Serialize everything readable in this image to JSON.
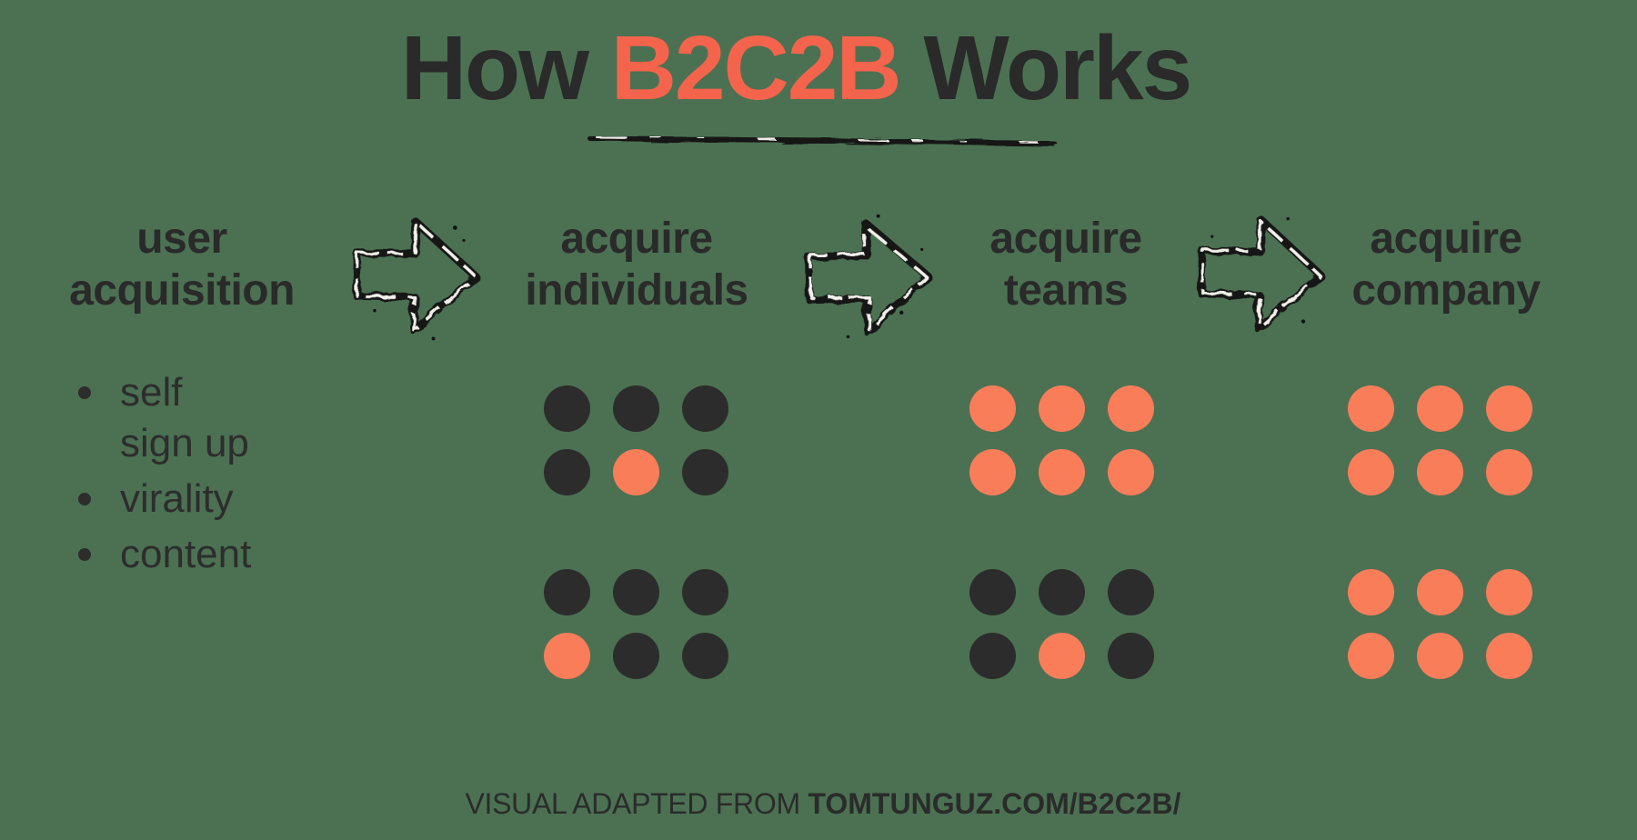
{
  "page": {
    "bg_color": "#4B7152",
    "ink_color": "#2A2A2A"
  },
  "title": {
    "prefix": "How ",
    "highlight": "B2C2B",
    "suffix": " Works",
    "highlight_color": "#F4644C",
    "underline_icon": "sketch-underline"
  },
  "columns": [
    {
      "id": "user-acquisition",
      "label_line1": "user",
      "label_line2": "acquisition",
      "bullets": [
        "self sign up",
        "virality",
        "content"
      ]
    },
    {
      "id": "acquire-individuals",
      "label_line1": "acquire",
      "label_line2": "individuals",
      "clusters": [
        [
          [
            "dark",
            "dark",
            "dark"
          ],
          [
            "dark",
            "orange",
            "dark"
          ]
        ],
        [
          [
            "dark",
            "dark",
            "dark"
          ],
          [
            "orange",
            "dark",
            "dark"
          ]
        ]
      ]
    },
    {
      "id": "acquire-teams",
      "label_line1": "acquire",
      "label_line2": "teams",
      "clusters": [
        [
          [
            "orange",
            "orange",
            "orange"
          ],
          [
            "orange",
            "orange",
            "orange"
          ]
        ],
        [
          [
            "dark",
            "dark",
            "dark"
          ],
          [
            "dark",
            "orange",
            "dark"
          ]
        ]
      ]
    },
    {
      "id": "acquire-company",
      "label_line1": "acquire",
      "label_line2": "company",
      "clusters": [
        [
          [
            "orange",
            "orange",
            "orange"
          ],
          [
            "orange",
            "orange",
            "orange"
          ]
        ],
        [
          [
            "orange",
            "orange",
            "orange"
          ],
          [
            "orange",
            "orange",
            "orange"
          ]
        ]
      ]
    }
  ],
  "dot_colors": {
    "dark": "#2D2C2C",
    "orange": "#FA7D5A"
  },
  "arrows": {
    "icon": "hand-drawn-arrow-right",
    "count": 3
  },
  "footer": {
    "prefix": "VISUAL ADAPTED FROM ",
    "bold": "TOMTUNGUZ.COM/B2C2B/"
  }
}
